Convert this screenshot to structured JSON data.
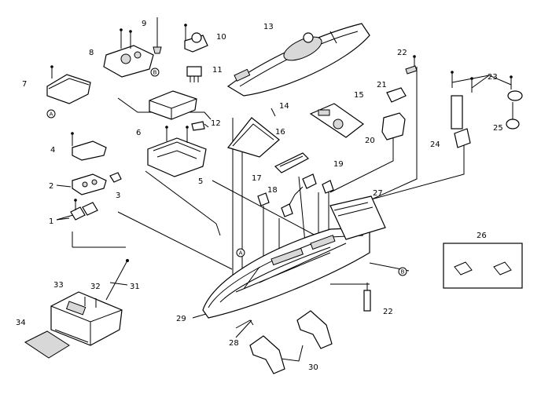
{
  "labels": {
    "n1": "1",
    "n2": "2",
    "n3": "3",
    "n4": "4",
    "n5": "5",
    "n6": "6",
    "n7": "7",
    "n8": "8",
    "n9": "9",
    "n10": "10",
    "n11": "11",
    "n12": "12",
    "n13": "13",
    "n14": "14",
    "n15": "15",
    "n16": "16",
    "n17": "17",
    "n18": "18",
    "n19": "19",
    "n20": "20",
    "n21": "21",
    "n22a": "22",
    "n22b": "22",
    "n23": "23",
    "n24": "24",
    "n25": "25",
    "n26": "26",
    "n27": "27",
    "n28": "28",
    "n29": "29",
    "n30": "30",
    "n31": "31",
    "n32": "32",
    "n33": "33",
    "n34": "34"
  },
  "refs": {
    "a1": "A",
    "a2": "A",
    "b1": "B",
    "b2": "B"
  }
}
